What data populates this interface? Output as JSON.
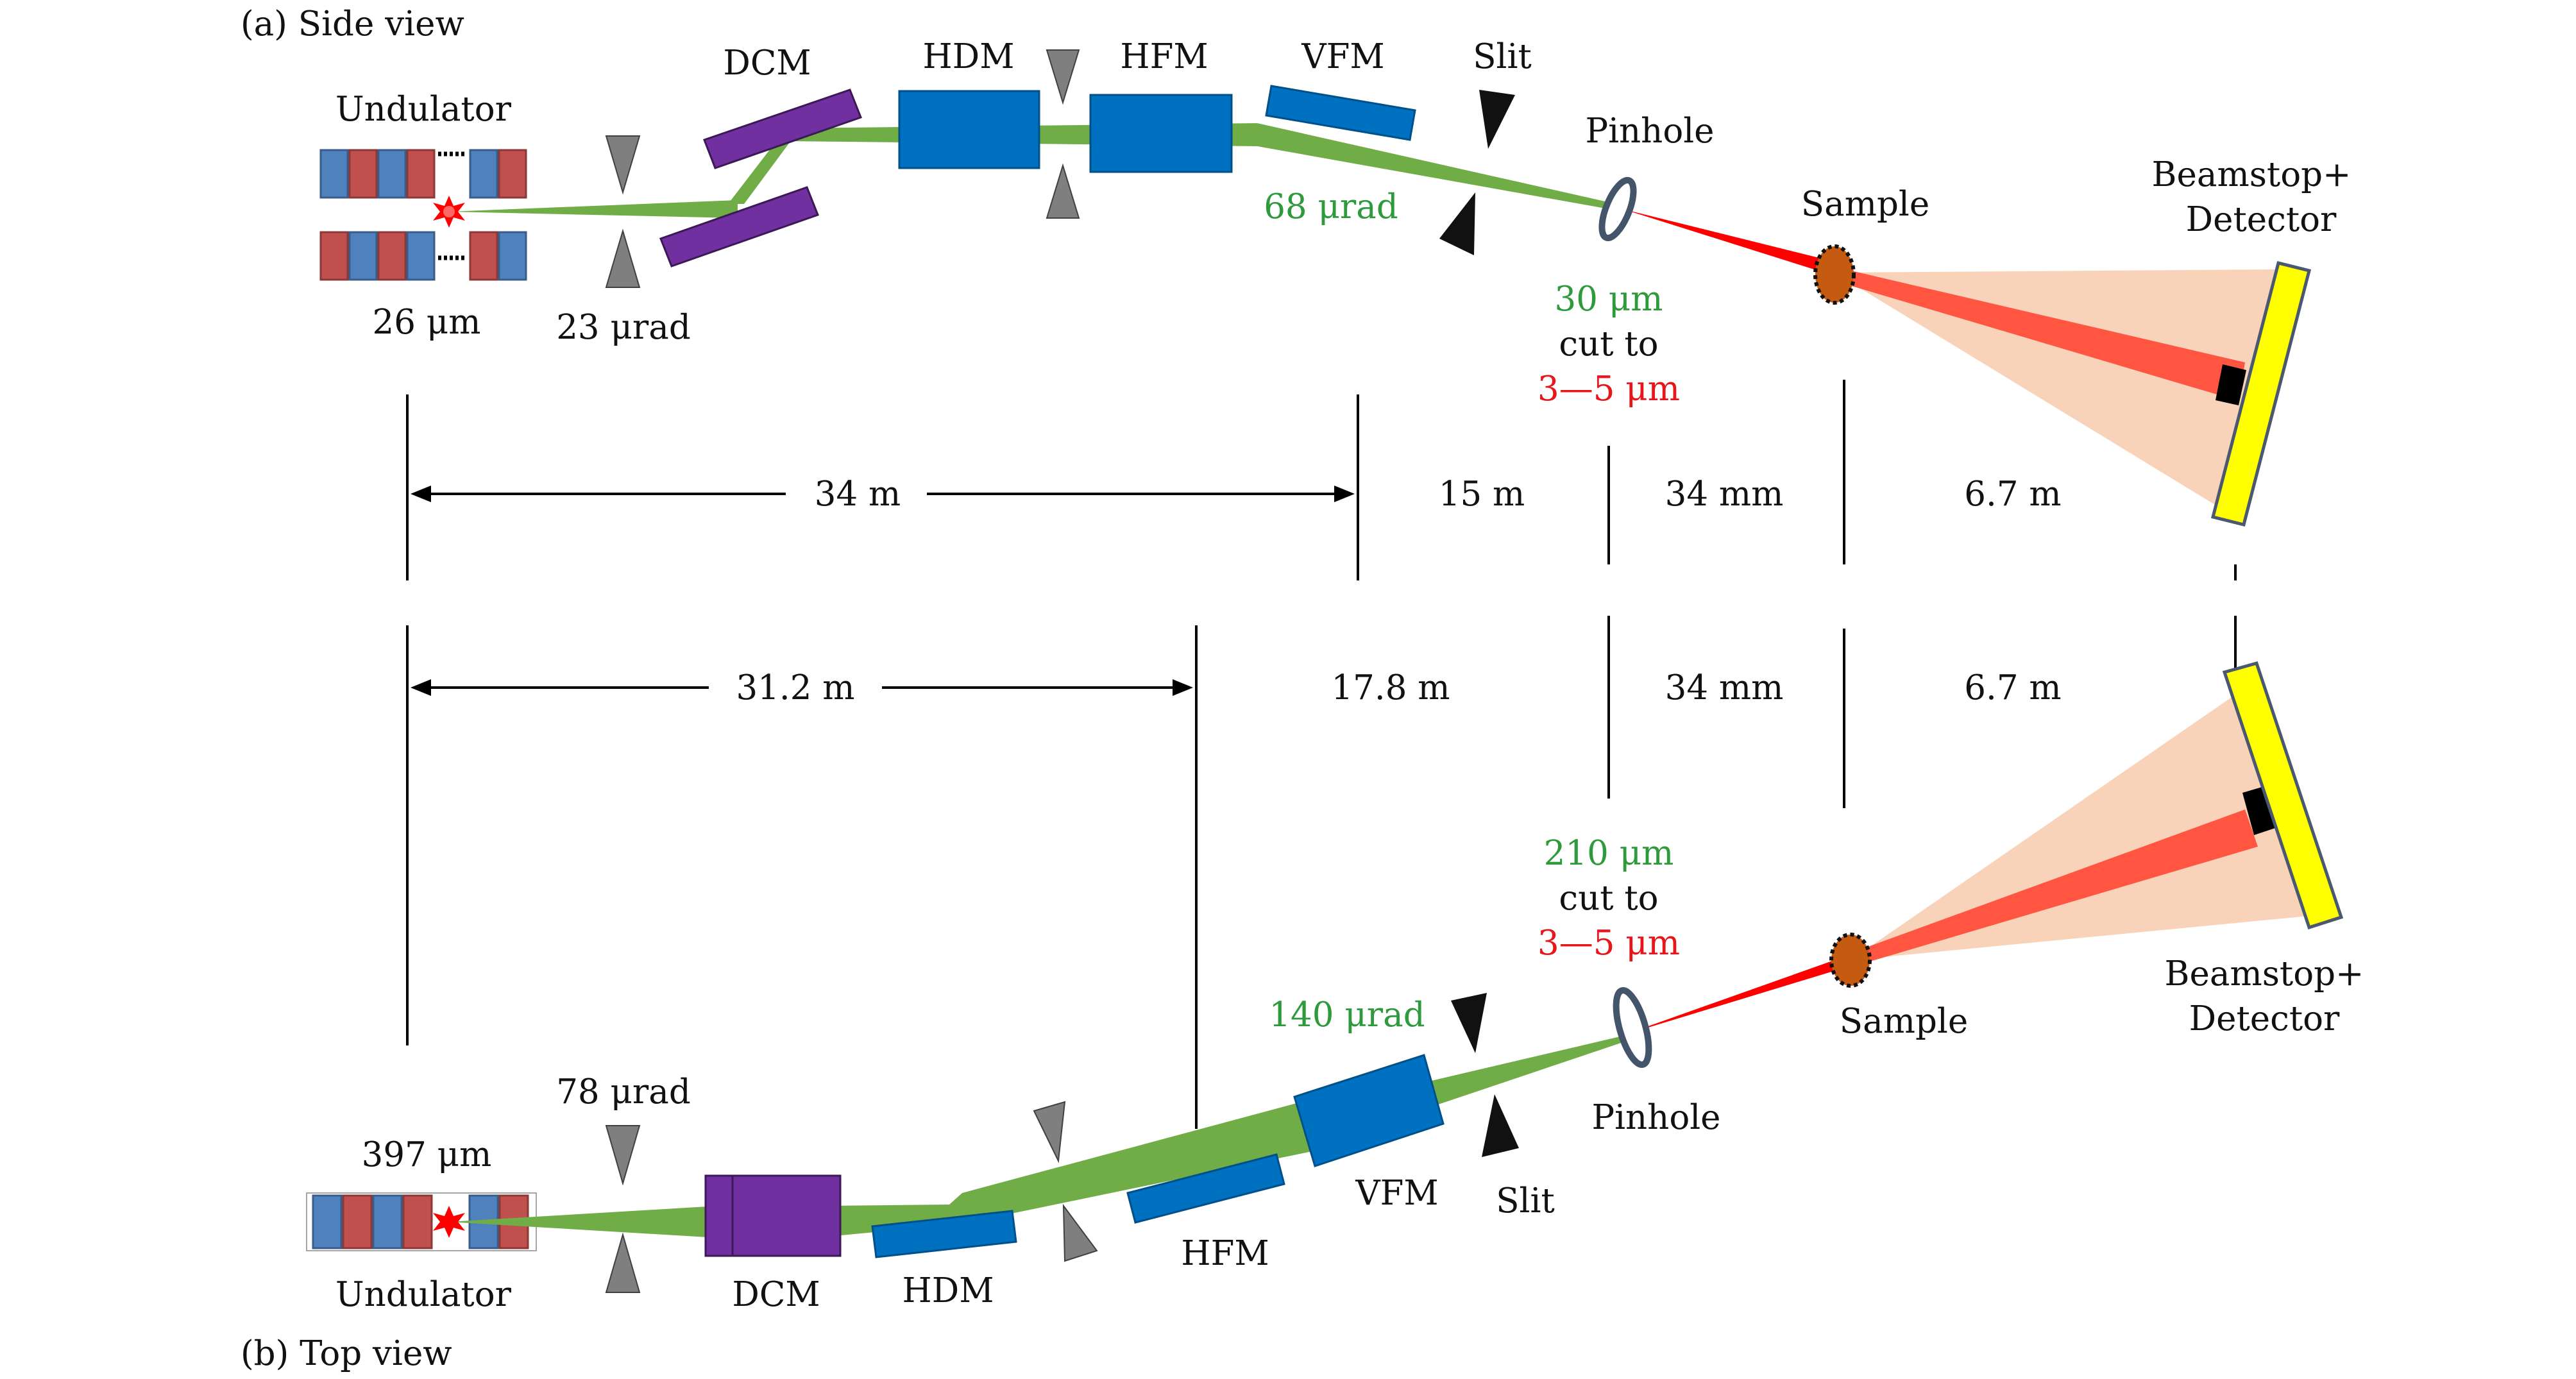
{
  "panels": {
    "side_view_label": "(a) Side view",
    "top_view_label": "(b) Top view"
  },
  "side_view": {
    "undulator": "Undulator",
    "source_size": "26 μm",
    "divergence": "23 μrad",
    "dcm": "DCM",
    "hdm": "HDM",
    "hfm": "HFM",
    "vfm": "VFM",
    "slit": "Slit",
    "convergence": "68 μrad",
    "pinhole": "Pinhole",
    "beam_size": "30 μm",
    "cut_to": "cut to",
    "cut_size": "3—5 μm",
    "sample": "Sample",
    "beamstop_1": "Beamstop+",
    "beamstop_2": "Detector"
  },
  "side_distances": {
    "d1": "34 m",
    "d2": "15 m",
    "d3": "34 mm",
    "d4": "6.7 m"
  },
  "top_distances": {
    "d1": "31.2 m",
    "d2": "17.8 m",
    "d3": "34 mm",
    "d4": "6.7 m"
  },
  "top_view": {
    "undulator": "Undulator",
    "source_size": "397 μm",
    "divergence": "78 μrad",
    "dcm": "DCM",
    "hdm": "HDM",
    "hfm": "HFM",
    "vfm": "VFM",
    "slit": "Slit",
    "convergence": "140 μrad",
    "pinhole": "Pinhole",
    "beam_size": "210 μm",
    "cut_to": "cut to",
    "cut_size": "3—5 μm",
    "sample": "Sample",
    "beamstop_1": "Beamstop+",
    "beamstop_2": "Detector"
  },
  "colors": {
    "magnet_blue": "#4f81bd",
    "magnet_red": "#c0504d",
    "mirror_blue": "#0070c0",
    "dcm_purple": "#7030a0",
    "beam_green": "#70ad47",
    "beam_red": "#ff0000",
    "scatter_fan": "#f8cbad",
    "detector_yellow": "#ffff00",
    "sample_brown": "#c55a11"
  }
}
